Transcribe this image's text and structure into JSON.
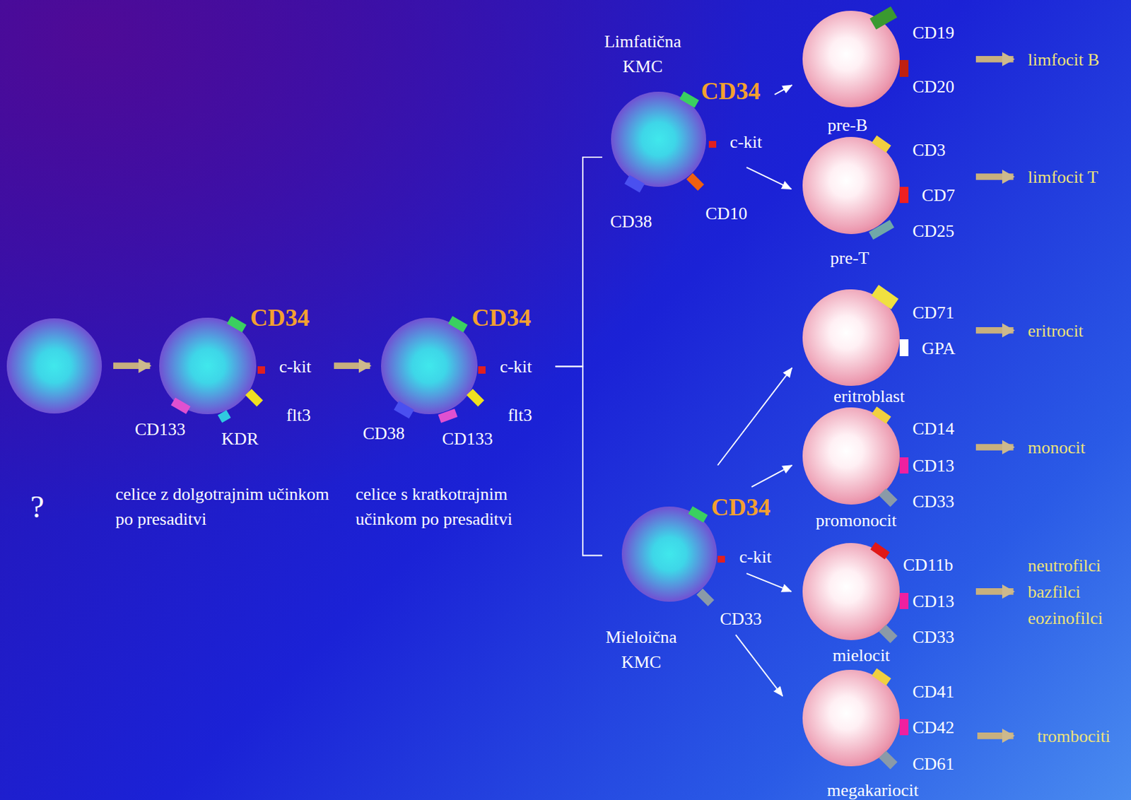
{
  "diagram": {
    "nodes": [
      {
        "text": [
          "?"
        ]
      },
      {
        "text": [
          "CD34",
          "c-kit",
          "flt3",
          "CD133",
          "KDR",
          "celice z dolgotrajnim učinkom po presaditvi"
        ]
      },
      {
        "text": [
          "CD34",
          "c-kit",
          "flt3",
          "CD38",
          "CD133",
          "celice s kratkotrajnim učinkom po presaditvi"
        ]
      },
      {
        "text": [
          "Limfatična KMC",
          "CD34",
          "c-kit",
          "CD38",
          "CD10"
        ]
      },
      {
        "text": [
          "CD19",
          "CD20",
          "pre-B"
        ]
      },
      {
        "text": [
          "CD3",
          "CD7",
          "CD25",
          "pre-T"
        ]
      },
      {
        "text": [
          "CD34",
          "c-kit",
          "CD33",
          "Mieloična KMC"
        ]
      },
      {
        "text": [
          "CD71",
          "GPA",
          "eritroblast"
        ]
      },
      {
        "text": [
          "CD14",
          "CD13",
          "CD33",
          "promonocit"
        ]
      },
      {
        "text": [
          "CD11b",
          "CD13",
          "CD33",
          "mielocit"
        ]
      },
      {
        "text": [
          "CD41",
          "CD42",
          "CD61",
          "megakariocit"
        ]
      }
    ],
    "edges": [
      {
        "from": 0,
        "to": 1,
        "arrow": "to"
      },
      {
        "from": 1,
        "to": 2,
        "arrow": "to"
      },
      {
        "from": 2,
        "to": 3,
        "arrow": "none"
      },
      {
        "from": 2,
        "to": 6,
        "arrow": "none"
      },
      {
        "from": 3,
        "to": 4,
        "arrow": "to"
      },
      {
        "from": 3,
        "to": 5,
        "arrow": "to"
      },
      {
        "from": 6,
        "to": 7,
        "arrow": "to"
      },
      {
        "from": 6,
        "to": 8,
        "arrow": "to"
      },
      {
        "from": 6,
        "to": 9,
        "arrow": "to"
      },
      {
        "from": 6,
        "to": 10,
        "arrow": "to"
      }
    ],
    "labels": [
      "limfocit B",
      "limfocit T",
      "eritrocit",
      "monocit",
      "neutrofilci bazfilci eozinofilci",
      "trombociti"
    ]
  }
}
